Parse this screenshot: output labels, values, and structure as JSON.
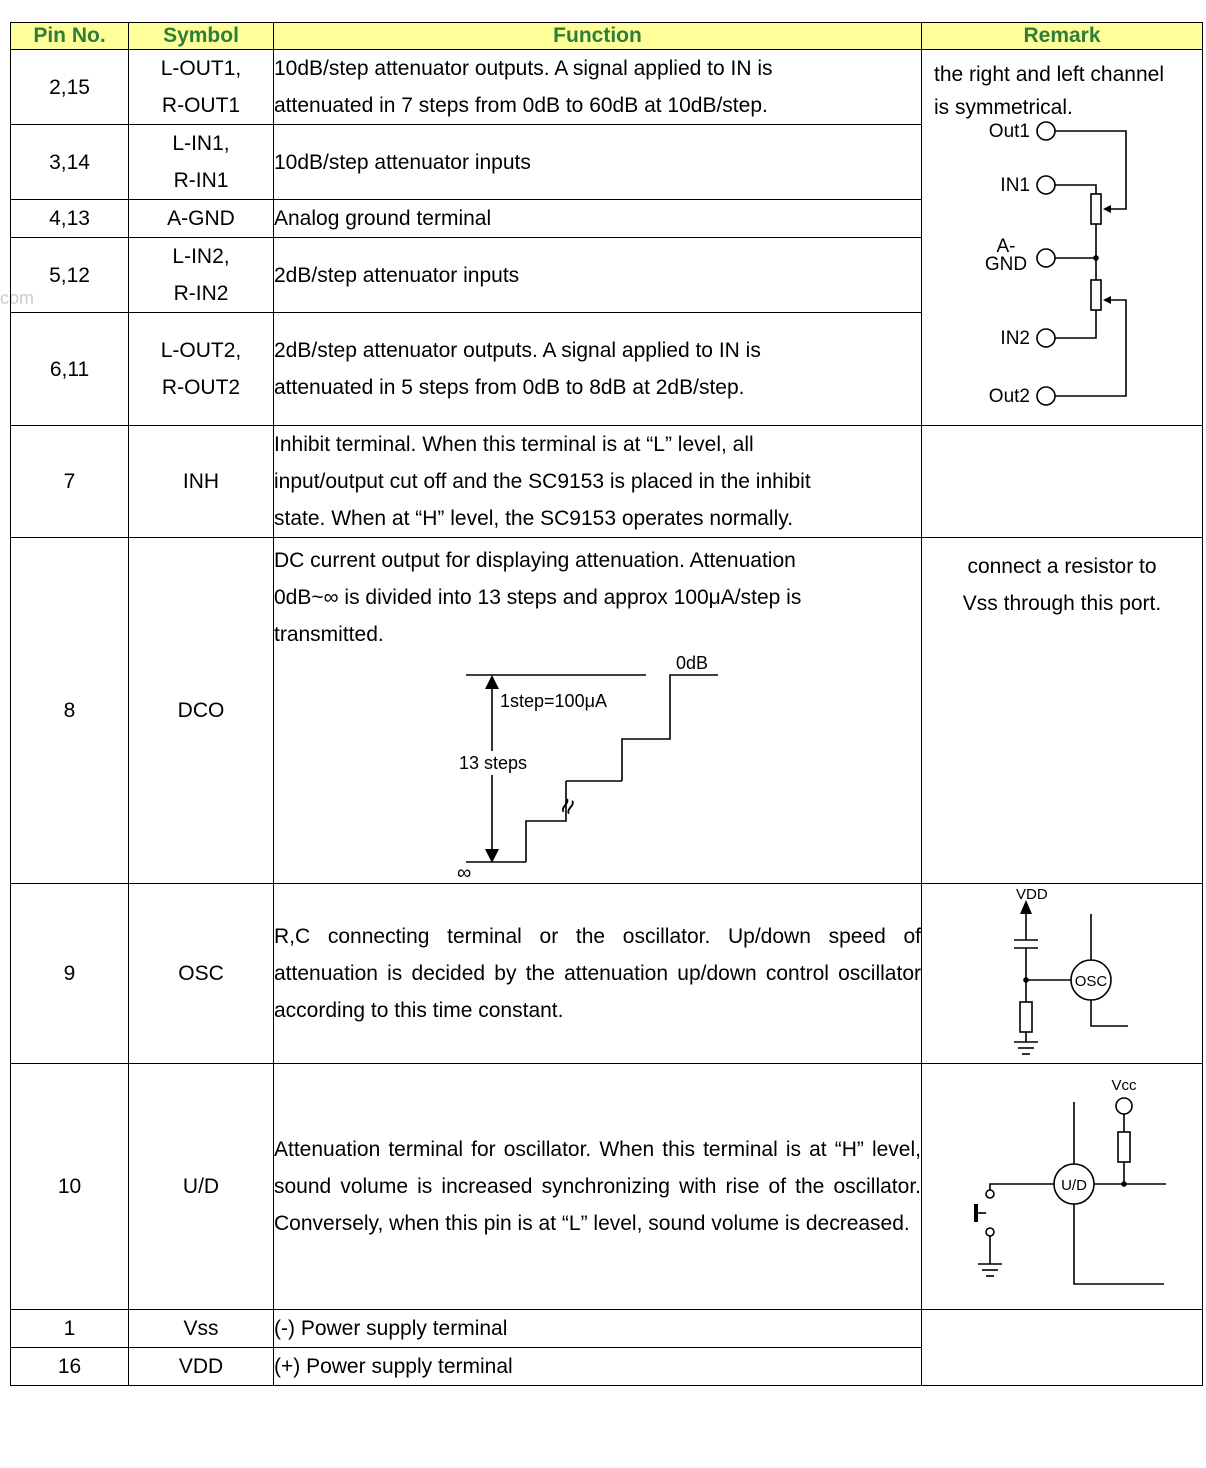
{
  "headers": {
    "pin": "Pin No.",
    "symbol": "Symbol",
    "function": "Function",
    "remark": "Remark"
  },
  "rows": [
    {
      "pin": "2,15",
      "symbol": [
        "L-OUT1,",
        "R-OUT1"
      ],
      "function": [
        "10dB/step attenuator outputs. A signal applied to IN is",
        "attenuated in 7 steps from 0dB to 60dB at 10dB/step."
      ]
    },
    {
      "pin": "3,14",
      "symbol": [
        "L-IN1,",
        "R-IN1"
      ],
      "function": [
        "10dB/step attenuator inputs"
      ]
    },
    {
      "pin": "4,13",
      "symbol": [
        "A-GND"
      ],
      "function": [
        "Analog ground terminal"
      ]
    },
    {
      "pin": "5,12",
      "symbol": [
        "L-IN2,",
        "R-IN2"
      ],
      "function": [
        "2dB/step attenuator inputs"
      ]
    },
    {
      "pin": "6,11",
      "symbol": [
        "L-OUT2,",
        "R-OUT2"
      ],
      "function": [
        "2dB/step attenuator outputs. A signal applied to IN is",
        "attenuated in 5 steps from 0dB to 8dB at 2dB/step."
      ]
    },
    {
      "pin": "7",
      "symbol": [
        "INH"
      ],
      "function": [
        "Inhibit terminal. When this terminal is at “L” level, all",
        "input/output cut off and the SC9153 is placed in the inhibit",
        "state. When at “H” level, the SC9153 operates normally."
      ]
    },
    {
      "pin": "8",
      "symbol": [
        "DCO"
      ],
      "function": [
        "DC current output for displaying attenuation. Attenuation",
        "0dB~∞ is divided into 13 steps and approx 100μA/step is",
        "transmitted."
      ],
      "remark": [
        "connect a resistor to",
        "Vss through this port."
      ]
    },
    {
      "pin": "9",
      "symbol": [
        "OSC"
      ],
      "function": [
        "R,C connecting terminal or the oscillator. Up/down speed of attenuation is decided by the attenuation up/down control oscillator according to this time constant."
      ]
    },
    {
      "pin": "10",
      "symbol": [
        "U/D"
      ],
      "function": [
        "Attenuation terminal for oscillator. When this terminal is at “H” level, sound volume is increased synchronizing with rise of the oscillator. Conversely, when this pin is at “L” level, sound volume is decreased."
      ]
    },
    {
      "pin": "1",
      "symbol": [
        "Vss"
      ],
      "function": [
        "(-)  Power supply terminal"
      ]
    },
    {
      "pin": "16",
      "symbol": [
        "VDD"
      ],
      "function": [
        "(+) Power supply terminal"
      ]
    }
  ],
  "attenuator_remark": [
    "the right and left channel",
    "is symmetrical."
  ],
  "attenuator_diagram": {
    "out1": "Out1",
    "in1": "IN1",
    "agnd_1": "A-",
    "agnd_2": "GND",
    "in2": "IN2",
    "out2": "Out2"
  },
  "dco_diagram": {
    "top": "0dB",
    "step": "1step=100μA",
    "steps": "13 steps",
    "approx": "≈",
    "bottom": "∞"
  },
  "osc_diagram": {
    "vdd": "VDD",
    "label": "OSC"
  },
  "ud_diagram": {
    "vcc": "Vcc",
    "label": "U/D"
  },
  "watermark": "com"
}
